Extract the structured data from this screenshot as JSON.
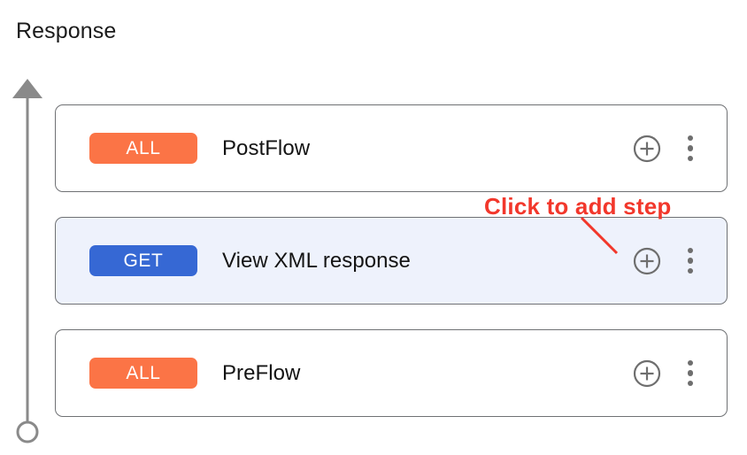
{
  "page": {
    "title": "Response"
  },
  "timeline": {
    "arrowhead_icon": "arrow-up-icon",
    "endpoint_icon": "circle-outline-icon",
    "color": "#8a8a8a",
    "direction": "upward"
  },
  "flow_rows": [
    {
      "badge": {
        "label": "ALL",
        "color": "#fb7446",
        "text_color": "#ffffff"
      },
      "label": "PostFlow",
      "selected": false,
      "add_icon": "plus-circle-icon",
      "more_icon": "more-vertical-icon"
    },
    {
      "badge": {
        "label": "GET",
        "color": "#3668d4",
        "text_color": "#ffffff"
      },
      "label": "View XML response",
      "selected": true,
      "add_icon": "plus-circle-icon",
      "more_icon": "more-vertical-icon",
      "row_background": "#eef2fc"
    },
    {
      "badge": {
        "label": "ALL",
        "color": "#fb7446",
        "text_color": "#ffffff"
      },
      "label": "PreFlow",
      "selected": false,
      "add_icon": "plus-circle-icon",
      "more_icon": "more-vertical-icon"
    }
  ],
  "annotation": {
    "text": "Click to add step",
    "color": "#f2372b",
    "points_to": "plus-circle-icon of View XML response row"
  },
  "colors": {
    "card_border": "#6f7174",
    "icon_gray": "#6e6e6e",
    "accent_orange": "#fb7446",
    "accent_blue": "#3668d4",
    "annotation_red": "#f2372b",
    "selected_row_bg": "#eef2fc"
  }
}
